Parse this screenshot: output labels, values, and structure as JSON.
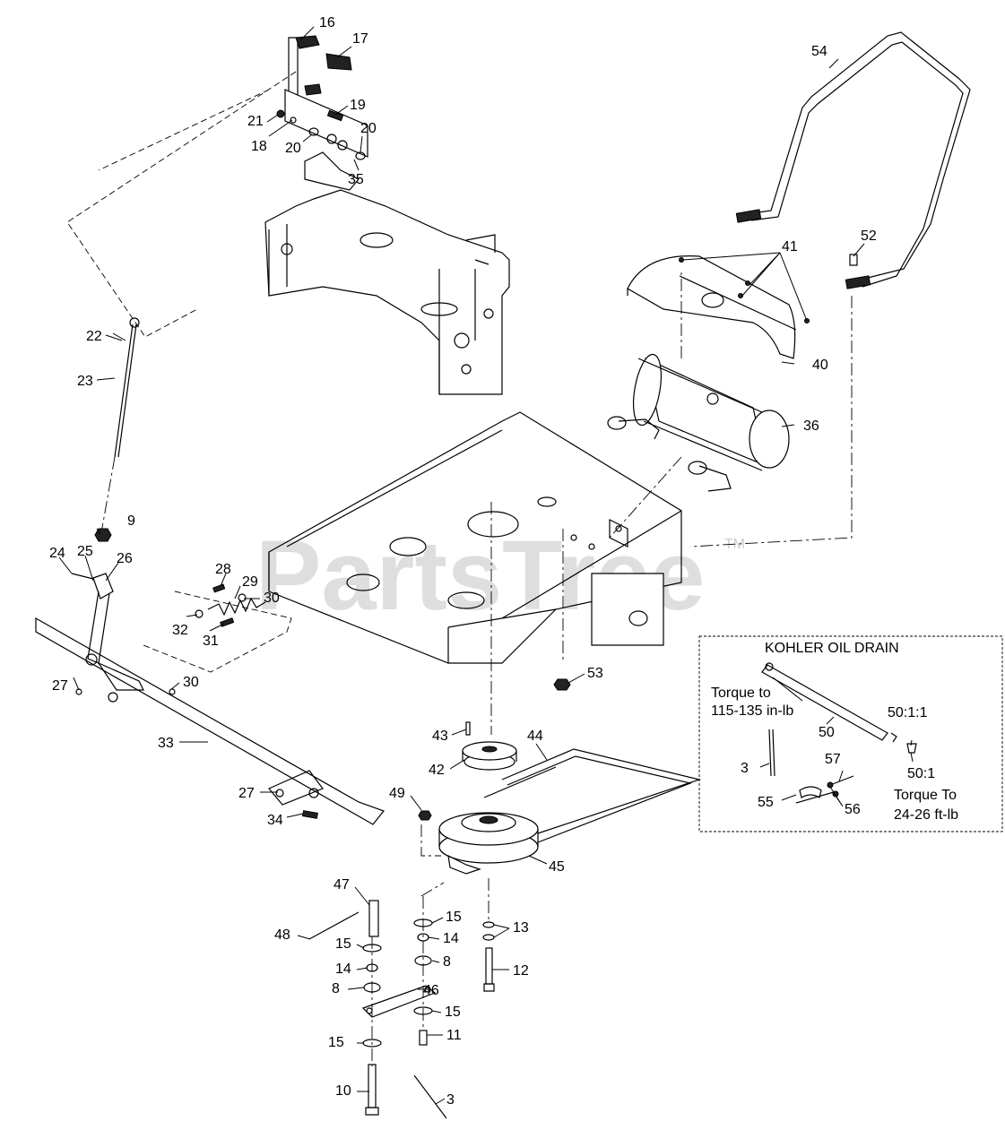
{
  "watermark": {
    "text": "PartsTree",
    "trademark": "TM"
  },
  "inset": {
    "title": "KOHLER OIL DRAIN",
    "torque_upper": "Torque to\n115-135 in-lb",
    "torque_lower": "50:1\nTorque To\n24-26 ft-lb",
    "callouts": [
      "50",
      "50:1:1",
      "3",
      "57",
      "55",
      "56"
    ]
  },
  "callouts": [
    "16",
    "17",
    "19",
    "21",
    "18",
    "20",
    "20",
    "35",
    "54",
    "52",
    "41",
    "40",
    "36",
    "22",
    "23",
    "9",
    "24",
    "25",
    "26",
    "28",
    "29",
    "30",
    "32",
    "31",
    "30",
    "27",
    "33",
    "27",
    "34",
    "53",
    "43",
    "44",
    "42",
    "49",
    "45",
    "47",
    "48",
    "15",
    "14",
    "8",
    "15",
    "14",
    "8",
    "46",
    "15",
    "15",
    "11",
    "10",
    "3",
    "13",
    "12"
  ]
}
